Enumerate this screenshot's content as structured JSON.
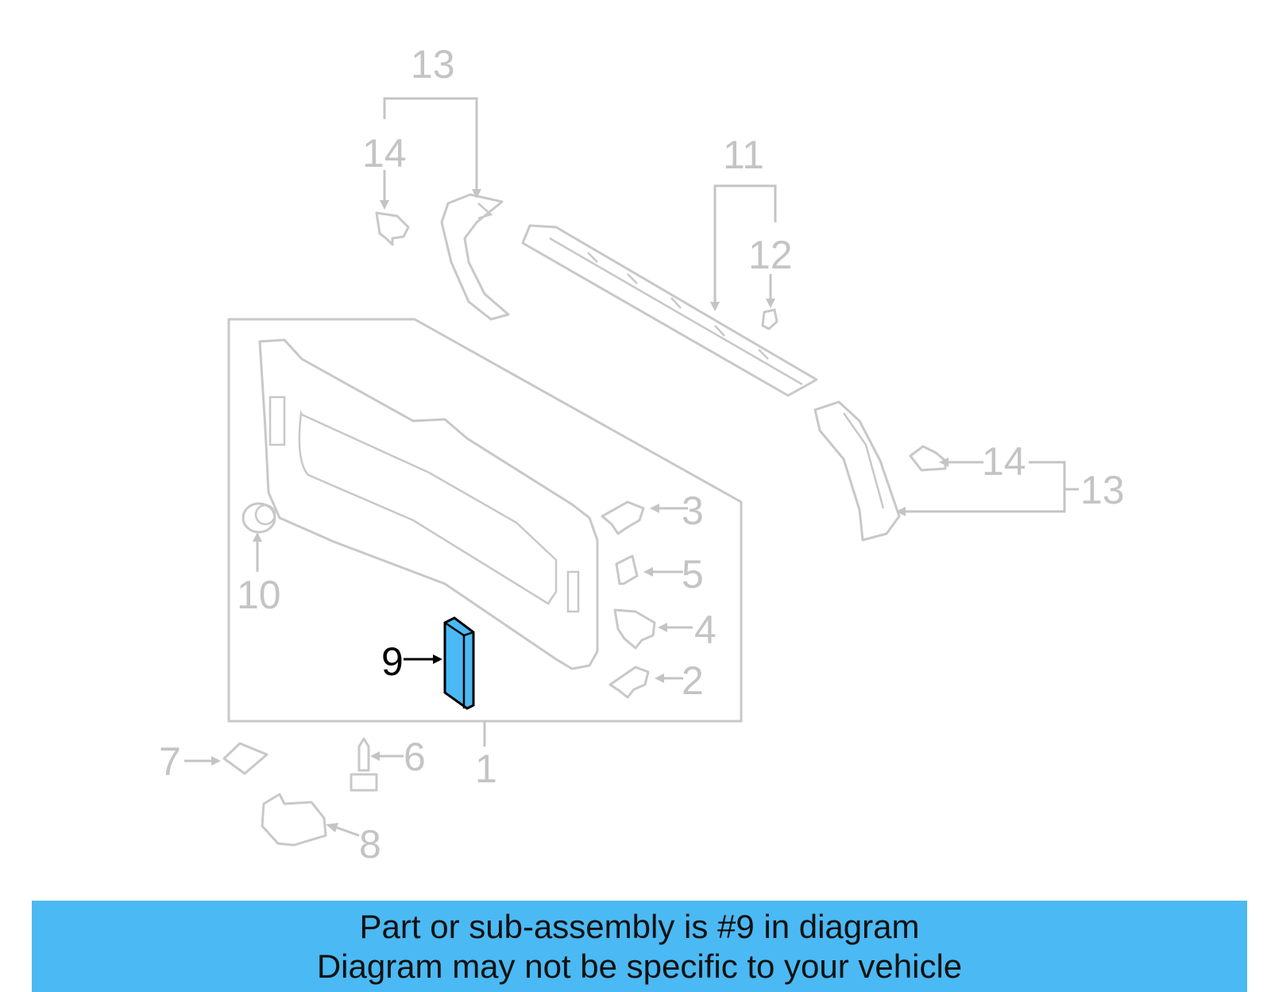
{
  "callouts": {
    "c1": "1",
    "c2": "2",
    "c3": "3",
    "c4": "4",
    "c5": "5",
    "c6": "6",
    "c7": "7",
    "c8": "8",
    "c9": "9",
    "c10": "10",
    "c11": "11",
    "c12": "12",
    "c13_top": "13",
    "c13_right": "13",
    "c14_top": "14",
    "c14_right": "14"
  },
  "highlighted_part": "9",
  "colors": {
    "highlight_fill": "#4bb9f3",
    "banner_bg": "#4bb9f3",
    "line_gray": "#c8c8c8"
  },
  "banner": {
    "line1": "Part or sub-assembly is #9 in diagram",
    "line2": "Diagram may not be specific to your vehicle"
  }
}
